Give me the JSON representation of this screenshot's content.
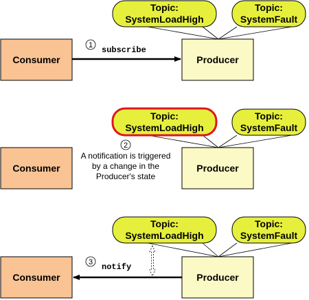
{
  "colors": {
    "consumer_fill": "#f9c394",
    "producer_fill": "#fbf9c5",
    "topic_fill": "#e6f03c",
    "highlight_stroke": "#e0141e"
  },
  "consumer_label": "Consumer",
  "producer_label": "Producer",
  "topic_word": "Topic:",
  "topic_load": "SystemLoadHigh",
  "topic_fault": "SystemFault",
  "step1": {
    "number": "1",
    "label": "subscribe"
  },
  "step2": {
    "number": "2",
    "lines": [
      "A notification is triggered",
      "by a change in the",
      "Producer's state"
    ]
  },
  "step3": {
    "number": "3",
    "label": "notify"
  }
}
